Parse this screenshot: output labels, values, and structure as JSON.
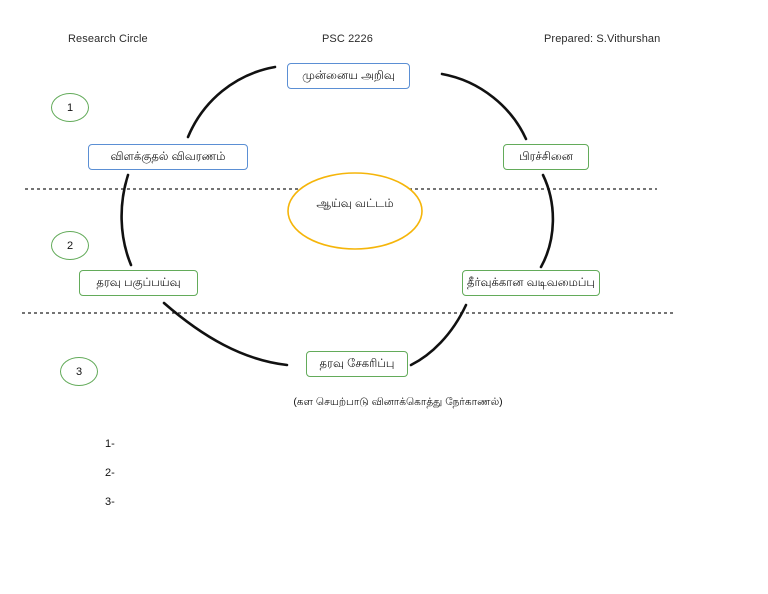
{
  "header": {
    "left": "Research Circle",
    "center": "PSC 2226",
    "right": "Prepared: S.Vithurshan"
  },
  "diagram": {
    "center_label": "ஆய்வு வட்டம்",
    "center_color": "#f5b50a",
    "nodes": [
      {
        "id": "prior",
        "label": "முன்னைய  அறிவு",
        "border_color": "#5b8fd4"
      },
      {
        "id": "explain",
        "label": "விளக்குதல்    விவரணம்",
        "border_color": "#5b8fd4"
      },
      {
        "id": "problem",
        "label": "பிரச்சினை",
        "border_color": "#63ab5a"
      },
      {
        "id": "analysis",
        "label": "தரவு  பகுப்பய்வு",
        "border_color": "#63ab5a"
      },
      {
        "id": "design",
        "label": "தீர்வுக்கான  வடிவமைப்பு",
        "border_color": "#63ab5a"
      },
      {
        "id": "collect",
        "label": "தரவு  சேகரிப்பு",
        "border_color": "#63ab5a"
      }
    ],
    "caption": "(கள  செயற்பாடு  வினாக்கொத்து   நேர்காணல்)",
    "stages": [
      {
        "number": "1"
      },
      {
        "number": "2"
      },
      {
        "number": "3"
      }
    ],
    "divider_color": "#222222",
    "arc_color": "#111111"
  },
  "blanks": [
    {
      "label": "1-"
    },
    {
      "label": "2-"
    },
    {
      "label": "3-"
    }
  ]
}
